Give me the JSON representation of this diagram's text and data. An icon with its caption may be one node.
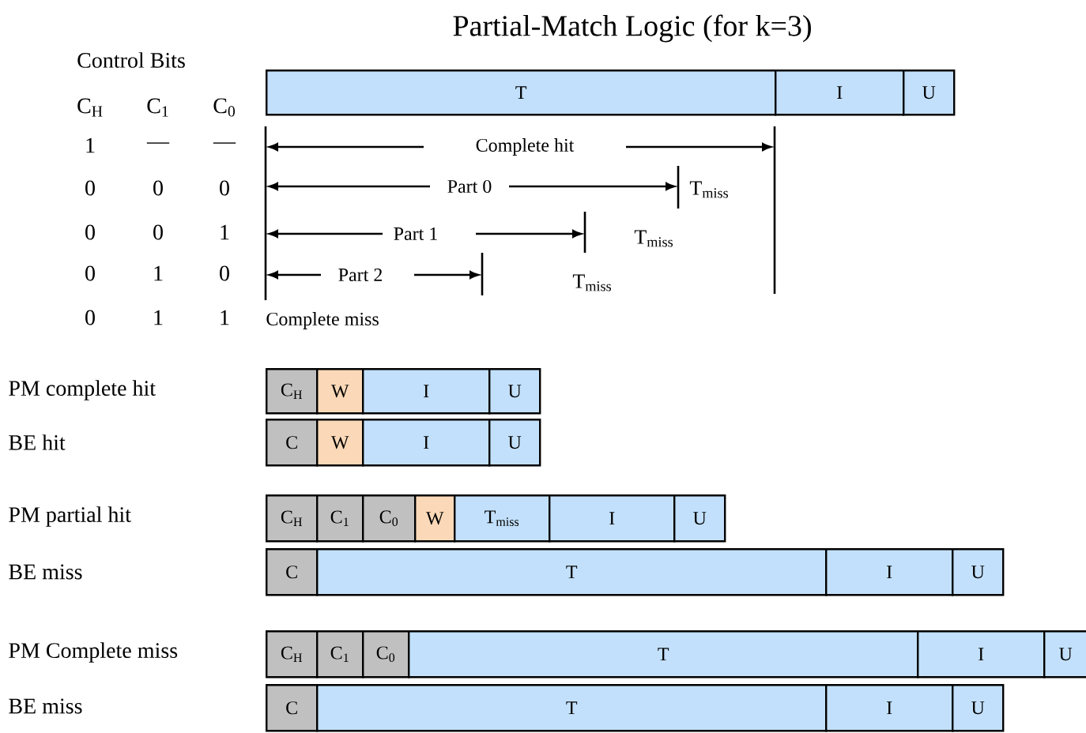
{
  "diagram": {
    "title": "Partial-Match Logic (for k=3)",
    "nodes": [
      {
        "text": [
          "T"
        ]
      },
      {
        "text": [
          "I"
        ]
      },
      {
        "text": [
          "U"
        ]
      },
      {
        "text": [
          "C$_{H}$"
        ]
      },
      {
        "text": [
          "W"
        ]
      },
      {
        "text": [
          "I"
        ]
      },
      {
        "text": [
          "U"
        ]
      },
      {
        "text": [
          "C"
        ]
      },
      {
        "text": [
          "W"
        ]
      },
      {
        "text": [
          "I"
        ]
      },
      {
        "text": [
          "U"
        ]
      },
      {
        "text": [
          "C$_{H}$"
        ]
      },
      {
        "text": [
          "C$_{1}$"
        ]
      },
      {
        "text": [
          "C$_{0}$"
        ]
      },
      {
        "text": [
          "W"
        ]
      },
      {
        "text": [
          "T$_{miss}$"
        ]
      },
      {
        "text": [
          "I"
        ]
      },
      {
        "text": [
          "U"
        ]
      },
      {
        "text": [
          "C"
        ]
      },
      {
        "text": [
          "T"
        ]
      },
      {
        "text": [
          "I"
        ]
      },
      {
        "text": [
          "U"
        ]
      },
      {
        "text": [
          "C$_{H}$"
        ]
      },
      {
        "text": [
          "C$_{1}$"
        ]
      },
      {
        "text": [
          "C$_{0}$"
        ]
      },
      {
        "text": [
          "T"
        ]
      },
      {
        "text": [
          "I"
        ]
      },
      {
        "text": [
          "U"
        ]
      },
      {
        "text": [
          "C"
        ]
      },
      {
        "text": [
          "T"
        ]
      },
      {
        "text": [
          "I"
        ]
      },
      {
        "text": [
          "U"
        ]
      }
    ],
    "labels": [
      "Control Bits",
      "C$_{H}$",
      "C$_{1}$",
      "C$_{0}$",
      "1",
      "—",
      "—",
      "0",
      "0",
      "0",
      "0",
      "0",
      "1",
      "0",
      "1",
      "0",
      "0",
      "1",
      "1",
      "Complete hit",
      "Part 0",
      "T$_{miss}$",
      "Part 1",
      "T$_{miss}$",
      "Part 2",
      "T$_{miss}$",
      "Complete miss",
      "PM complete hit",
      "BE hit",
      "PM partial hit",
      "BE miss",
      "PM Complete miss",
      "BE miss"
    ]
  }
}
